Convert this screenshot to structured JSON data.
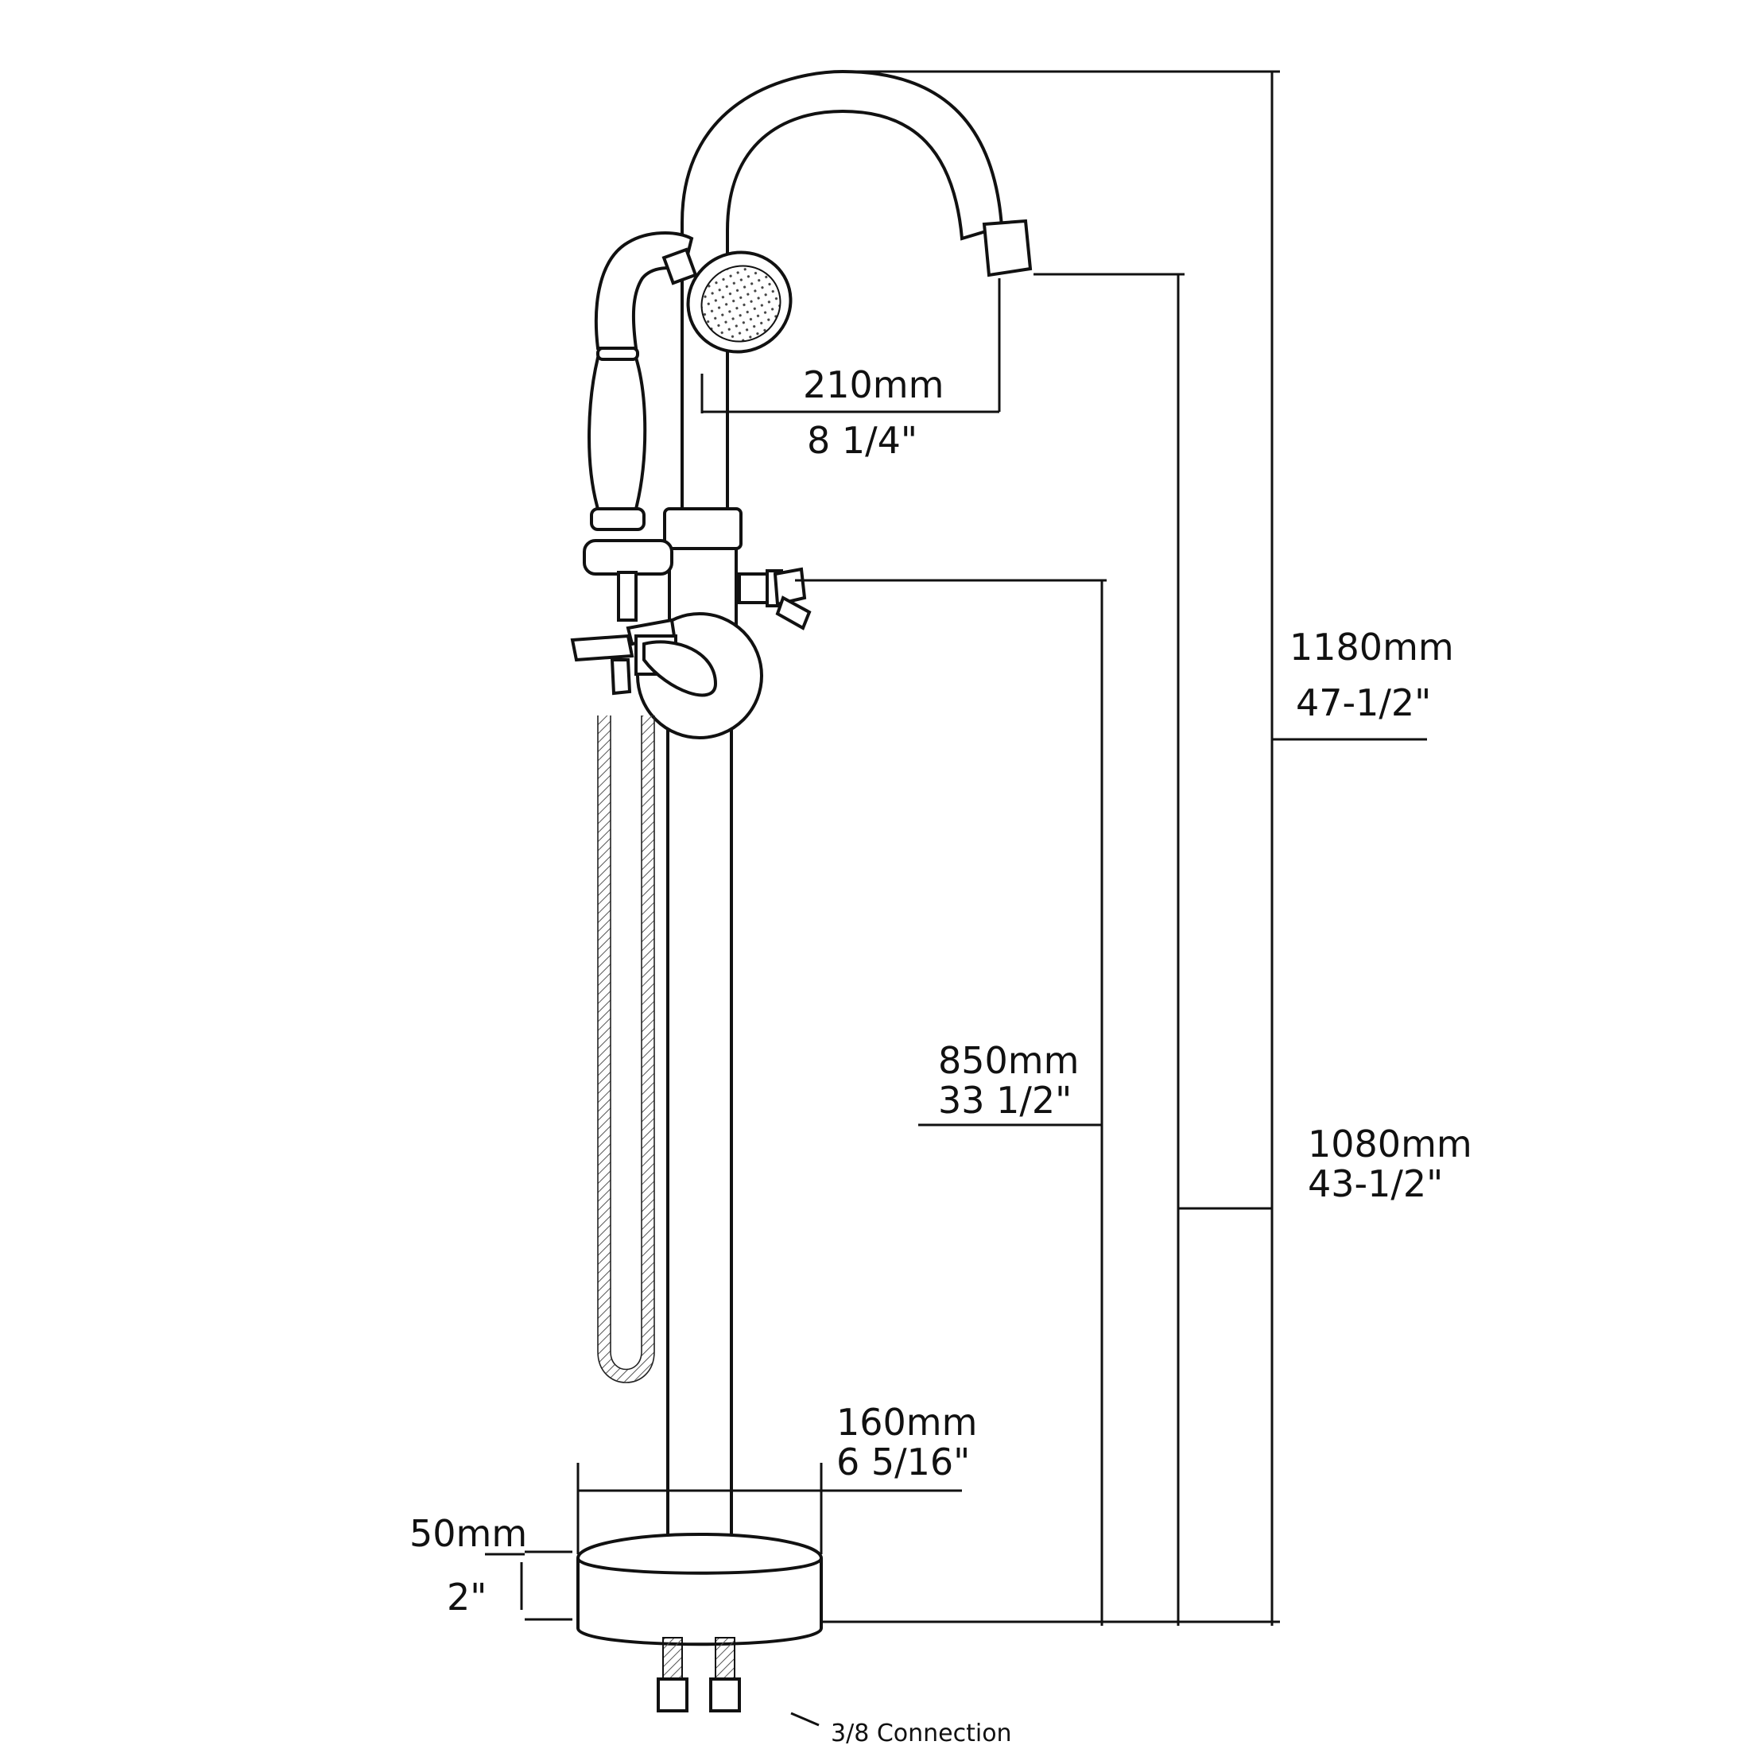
{
  "dimensions": {
    "spout_reach": {
      "metric": "210mm",
      "imperial": "8 1/4\""
    },
    "overall_height": {
      "metric": "1180mm",
      "imperial": "47-1/2\""
    },
    "spout_height": {
      "metric": "1080mm",
      "imperial": "43-1/2\""
    },
    "handle_height": {
      "metric": "850mm",
      "imperial": "33 1/2\""
    },
    "base_diameter": {
      "metric": "160mm",
      "imperial": "6 5/16\""
    },
    "base_height": {
      "metric": "50mm",
      "imperial": "2\""
    }
  },
  "connection_label": "3/8 Connection"
}
